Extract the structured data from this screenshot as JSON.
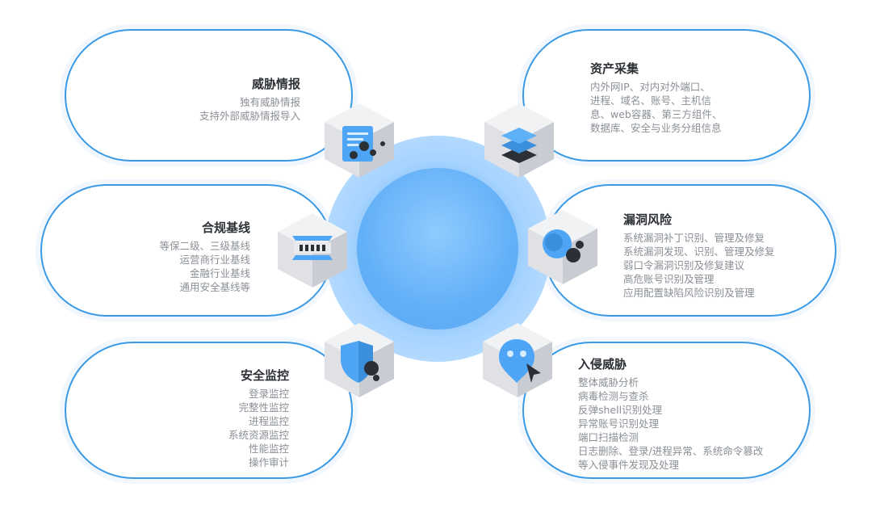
{
  "blocks": [
    {
      "id": "threat_intel",
      "title": "威胁情报",
      "lines": [
        "独有威胁情报",
        "支持外部威胁情报导入"
      ],
      "icon": "document-icon"
    },
    {
      "id": "asset_collection",
      "title": "资产采集",
      "lines": [
        "内外网IP、对内对外端口、",
        "进程、域名、账号、主机信",
        "息、web容器、第三方组件、",
        "数据库、安全与业务分组信息"
      ],
      "icon": "layers-icon"
    },
    {
      "id": "compliance_baseline",
      "title": "合规基线",
      "lines": [
        "等保二级、三级基线",
        "运营商行业基线",
        "金融行业基线",
        "通用安全基线等"
      ],
      "icon": "baseline-icon"
    },
    {
      "id": "vulnerability_risk",
      "title": "漏洞风险",
      "lines": [
        "系统漏洞补丁识别、管理及修复",
        "系统漏洞发现、识别、管理及修复",
        "弱口令漏洞识别及修复建议",
        "高危账号识别及管理",
        "应用配置缺陷风险识别及管理"
      ],
      "icon": "vulnerability-icon"
    },
    {
      "id": "security_monitoring",
      "title": "安全监控",
      "lines": [
        "登录监控",
        "完整性监控",
        "进程监控",
        "系统资源监控",
        "性能监控",
        "操作审计"
      ],
      "icon": "shield-icon"
    },
    {
      "id": "intrusion_threat",
      "title": "入侵威胁",
      "lines": [
        "整体威胁分析",
        "病毒检测与查杀",
        "反弹shell识别处理",
        "异常账号识别处理",
        "端口扫描检测",
        "日志删除、登录/进程异常、系统命令篡改",
        "等入侵事件发现及处理"
      ],
      "icon": "intrusion-cursor-icon"
    }
  ],
  "colors": {
    "accent": "#3a9ae6",
    "icon_blue": "#4ea5f5",
    "dot_dark": "#2b2f36",
    "cube_light": "#f1f2f4",
    "cube_mid": "#dfe1e5",
    "cube_dark": "#c9ccd2"
  }
}
